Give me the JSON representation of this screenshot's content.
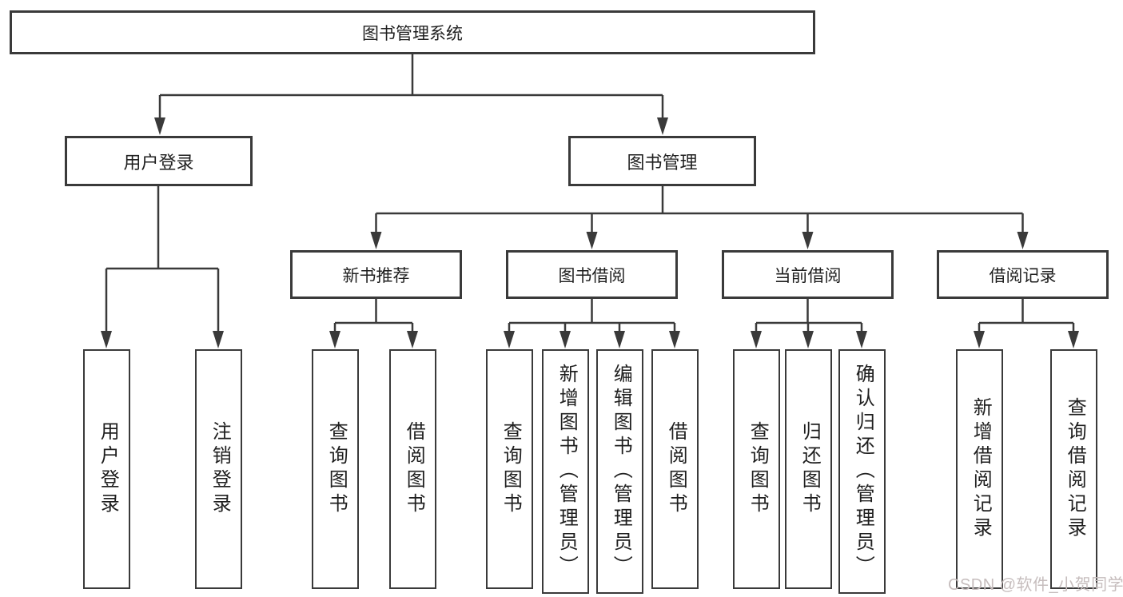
{
  "diagram": {
    "type": "hierarchy-tree",
    "title": "图书管理系统"
  },
  "tree": {
    "root": {
      "label": "图书管理系统"
    },
    "level2": [
      {
        "label": "用户登录"
      },
      {
        "label": "图书管理"
      }
    ],
    "level3": [
      {
        "label": "新书推荐"
      },
      {
        "label": "图书借阅"
      },
      {
        "label": "当前借阅"
      },
      {
        "label": "借阅记录"
      }
    ],
    "leaves": {
      "user_login": [
        {
          "label": "用户登录"
        },
        {
          "label": "注销登录"
        }
      ],
      "new_books": [
        {
          "label": "查询图书"
        },
        {
          "label": "借阅图书"
        }
      ],
      "book_borrow": [
        {
          "label": "查询图书"
        },
        {
          "label": "新增图书（管理员）"
        },
        {
          "label": "编辑图书（管理员）"
        },
        {
          "label": "借阅图书"
        }
      ],
      "current_borrow": [
        {
          "label": "查询图书"
        },
        {
          "label": "归还图书"
        },
        {
          "label": "确认归还（管理员）"
        }
      ],
      "borrow_records": [
        {
          "label": "新增借阅记录"
        },
        {
          "label": "查询借阅记录"
        }
      ]
    }
  },
  "watermark": "CSDN @软件_小贺同学",
  "colors": {
    "line": "#3a3a3a",
    "box_border": "#3a3a3a",
    "text": "#1f1f1f",
    "watermark": "#c6bdbd",
    "background": "#ffffff"
  }
}
